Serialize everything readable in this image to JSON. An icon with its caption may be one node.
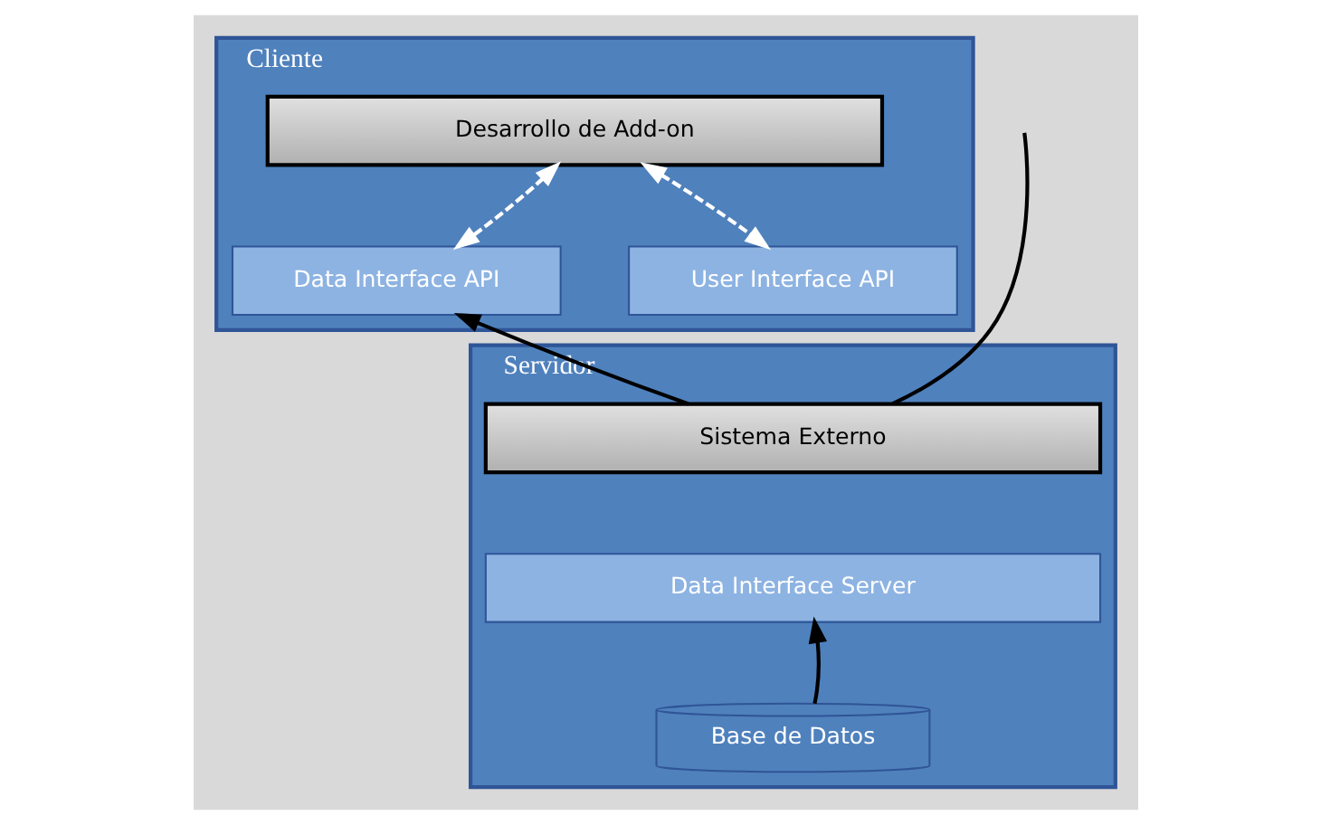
{
  "diagram": {
    "nodes": [
      {
        "text": [
          "Cliente"
        ]
      },
      {
        "text": [
          "Desarrollo de Add-on"
        ],
        "in": 0
      },
      {
        "text": [
          "Data Interface API"
        ],
        "in": 0
      },
      {
        "text": [
          "User Interface API"
        ],
        "in": 0
      },
      {
        "text": [
          "Servidor"
        ]
      },
      {
        "text": [
          "Sistema Externo"
        ],
        "in": 4
      },
      {
        "text": [
          "Data Interface Server"
        ],
        "in": 4
      },
      {
        "text": [
          "Base de Datos"
        ],
        "in": 4
      }
    ],
    "edges": [
      {
        "from": 1,
        "to": 2,
        "arrow": "both",
        "style": "dashed",
        "color": "#ffffff"
      },
      {
        "from": 1,
        "to": 3,
        "arrow": "both",
        "style": "dashed",
        "color": "#ffffff"
      },
      {
        "from": 5,
        "to": 2,
        "arrow": "to"
      },
      {
        "from": null,
        "to": 5,
        "arrow": "none"
      },
      {
        "from": 7,
        "to": 6,
        "arrow": "to"
      }
    ]
  }
}
